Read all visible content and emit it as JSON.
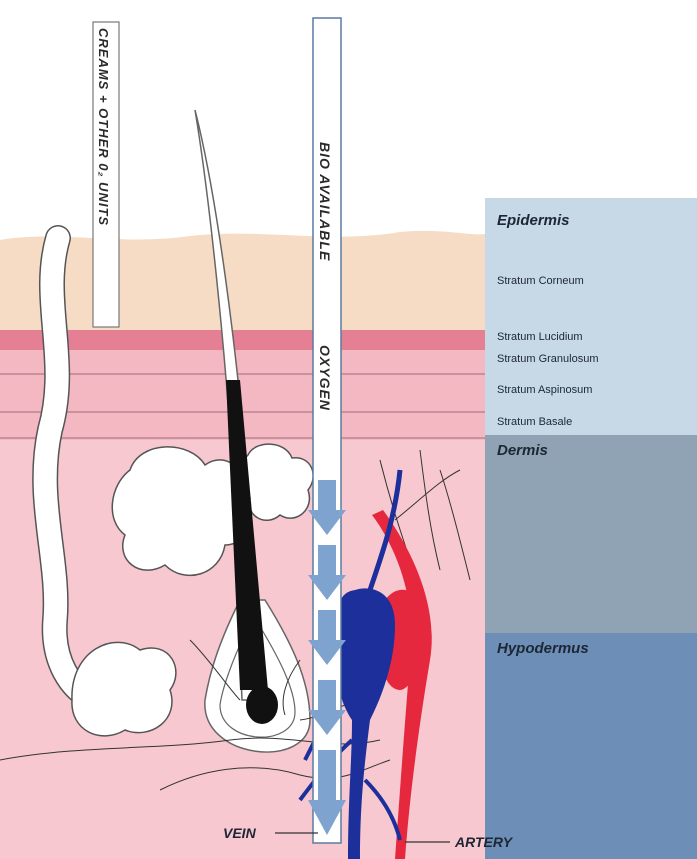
{
  "labels": {
    "creams": "CREAMS + OTHER 0₂ UNITS",
    "bio_available": "BIO AVAILABLE",
    "oxygen": "OXYGEN",
    "vein": "VEIN",
    "artery": "ARTERY"
  },
  "layers": {
    "epidermis": "Epidermis",
    "stratum_corneum": "Stratum Corneum",
    "stratum_lucidium": "Stratum Lucidium",
    "stratum_granulosum": "Stratum Granulosum",
    "stratum_aspinosum": "Stratum Aspinosum",
    "stratum_basale": "Stratum Basale",
    "dermis": "Dermis",
    "hypodermus": "Hypodermus"
  },
  "colors": {
    "epidermis_panel": "#c7d8e7",
    "dermis_panel": "#8fa3b5",
    "hypodermus_panel": "#6d8fb7",
    "corneum": "#f6dcc5",
    "lucidium": "#e57f94",
    "skin": "#f7c8d0",
    "vein": "#1c2f9a",
    "artery": "#e6283f",
    "oxygen_arrow": "#7fa3cf"
  }
}
